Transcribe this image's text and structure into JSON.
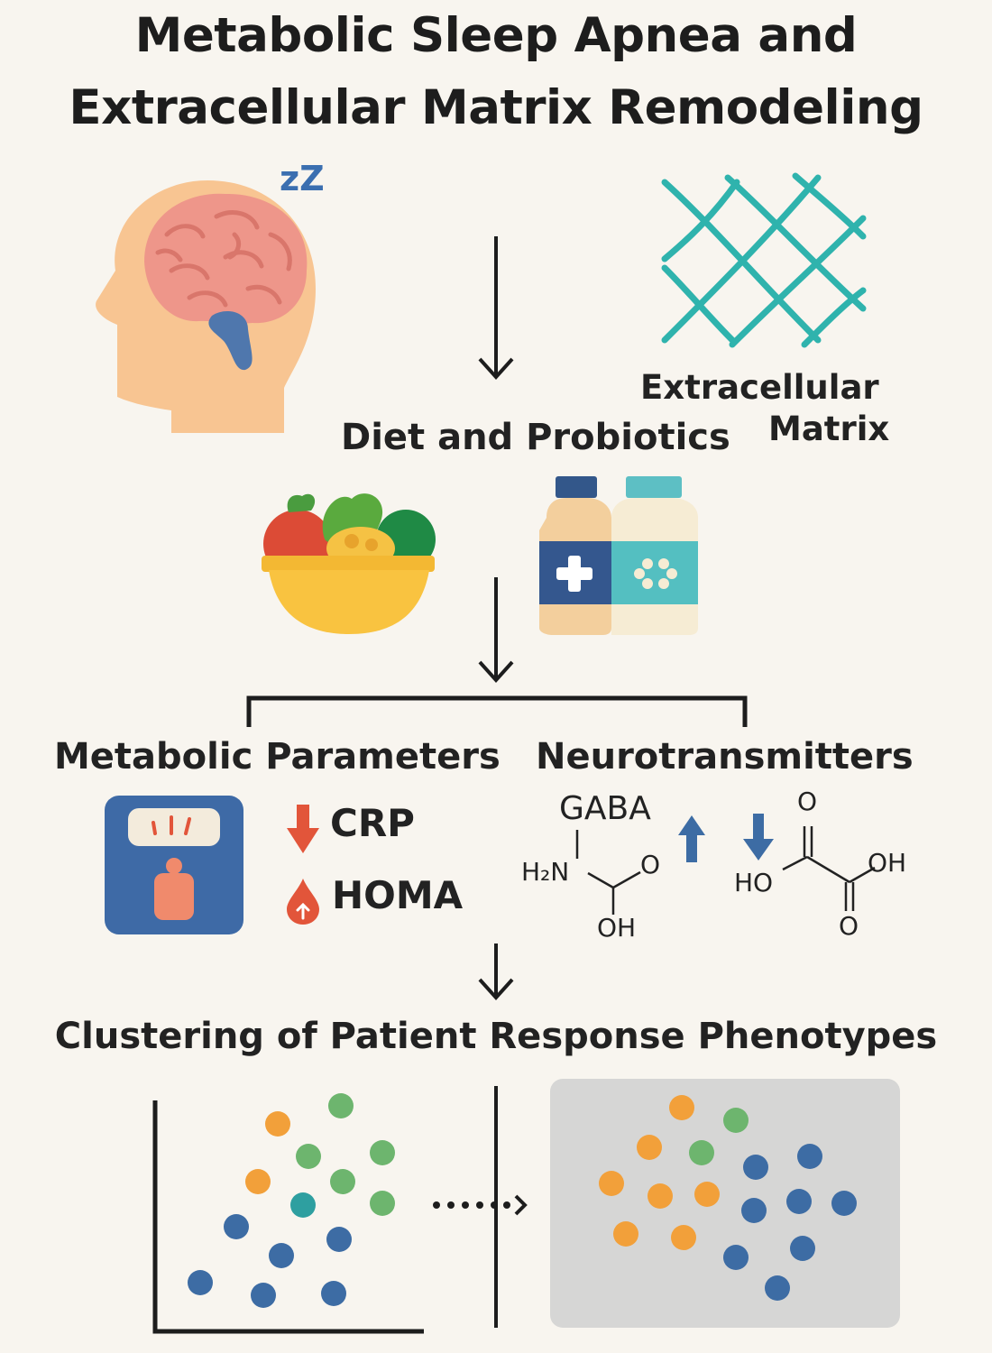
{
  "title_line1": "Metabolic Sleep Apnea and",
  "title_line2": "Extracellular Matrix Remodeling",
  "sleep_symbol": "zZ",
  "ecm_label_line1": "Extracellular",
  "ecm_label_line2": "Matrix",
  "diet_label": "Diet and Probiotics",
  "metabolic_label": "Metabolic Parameters",
  "neuro_label": "Neurotransmitters",
  "markers": {
    "crp": "CRP",
    "homa": "HOMA"
  },
  "chem": {
    "gaba": "GABA",
    "h2n": "H₂N",
    "o_left": "O",
    "oh_left": "OH",
    "o_top": "O",
    "oh_right": "OH",
    "ho": "HO",
    "o_bottom": "O"
  },
  "clustering_label": "Clustering of Patient Response Phenotypes",
  "colors": {
    "background": "#f8f5ef",
    "ecm_mesh": "#2fb3ad",
    "orange_cluster": "#f2a03a",
    "green_cluster": "#6db56e",
    "blue_cluster": "#3d6ca4",
    "teal_point": "#2e9fa0",
    "down_arrow_red": "#e2553a",
    "up_arrow_blue": "#3d6ca4",
    "scale_blue": "#3e6aa6"
  }
}
